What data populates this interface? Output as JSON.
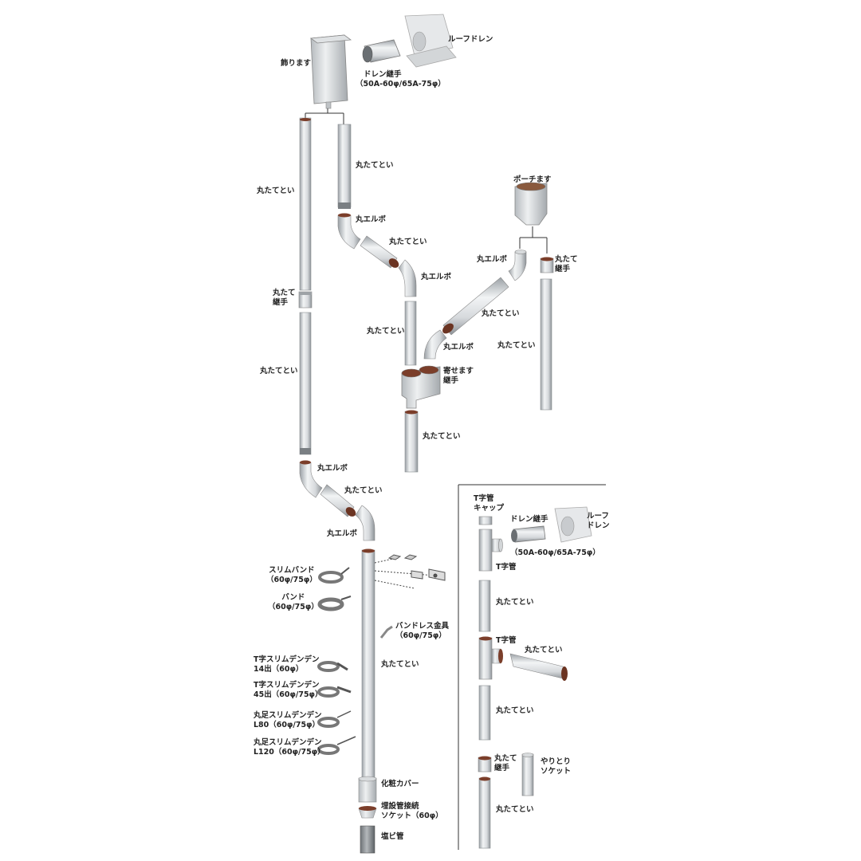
{
  "labels": {
    "kazari_masu": "飾ります",
    "roof_drain": "ルーフドレン",
    "drain_joint": "ドレン継手",
    "drain_joint_size": "（50A-60φ/65A-75φ）",
    "pipe_a1": "丸たてとい",
    "pipe_b1": "丸たてとい",
    "porch_masu": "ポーチます",
    "elbow_b1": "丸エルボ",
    "pipe_b2": "丸たてとい",
    "elbow_b2": "丸エルボ",
    "elbow_c1": "丸エルボ",
    "joint_c": "丸たて\n継手",
    "joint_a": "丸たて\n継手",
    "pipe_b3": "丸たてとい",
    "pipe_c2": "丸たてとい",
    "elbow_c2": "丸エルボ",
    "pipe_c3": "丸たてとい",
    "pipe_a2": "丸たてとい",
    "yose_masu": "寄せます\n継手",
    "pipe_d": "丸たてとい",
    "elbow_a1": "丸エルボ",
    "pipe_a3": "丸たてとい",
    "elbow_a2": "丸エルボ",
    "slim_band": "スリムバンド\n（60φ/75φ）",
    "band": "バンド\n（60φ/75φ）",
    "bandless": "バンドレス金具\n（60φ/75φ）",
    "pipe_a4": "丸たてとい",
    "t_slim_14": "T字スリムデンデン\n14出（60φ）",
    "t_slim_45": "T字スリムデンデン\n45出（60φ/75φ）",
    "maru_l80": "丸足スリムデンデン\nL80（60φ/75φ）",
    "maru_l120": "丸足スリムデンデン\nL120（60φ/75φ）",
    "cover": "化粧カバー",
    "socket": "埋設管接続\nソケット（60φ）",
    "pvc": "塩ビ管",
    "t_cap": "T字管\nキャップ",
    "inset_drain_joint": "ドレン継手",
    "inset_roof_drain": "ルーフ\nドレン",
    "inset_drain_size": "（50A-60φ/65A-75φ）",
    "inset_t1": "T字管",
    "inset_pipe1": "丸たてとい",
    "inset_t2": "T字管",
    "inset_pipe2": "丸たてとい",
    "inset_pipe3": "丸たてとい",
    "inset_joint": "丸たて\n継手",
    "inset_yaritori": "やりとり\nソケット",
    "inset_pipe4": "丸たてとい"
  }
}
